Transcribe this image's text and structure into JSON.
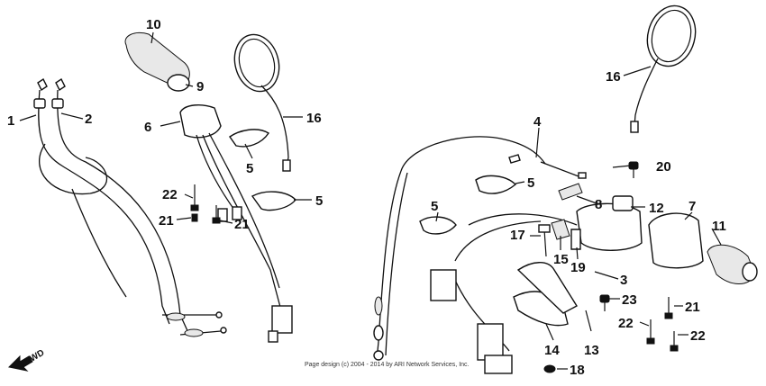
{
  "diagram": {
    "parts": [
      "1",
      "2",
      "3",
      "4",
      "5",
      "6",
      "7",
      "8",
      "9",
      "10",
      "11",
      "12",
      "13",
      "14",
      "15",
      "16",
      "17",
      "18",
      "19",
      "20",
      "21",
      "22",
      "23"
    ],
    "direction_label": "FWD",
    "copyright": "Page design (c) 2004 - 2014 by ARI Network Services, Inc."
  },
  "callouts": {
    "c1": "1",
    "c2": "2",
    "c3": "3",
    "c4": "4",
    "c5a": "5",
    "c5b": "5",
    "c5c": "5",
    "c5d": "5",
    "c6": "6",
    "c7": "7",
    "c8": "8",
    "c9": "9",
    "c10": "10",
    "c11": "11",
    "c12": "12",
    "c13": "13",
    "c14": "14",
    "c15": "15",
    "c16a": "16",
    "c16b": "16",
    "c17": "17",
    "c18": "18",
    "c19": "19",
    "c20": "20",
    "c21a": "21",
    "c21b": "21",
    "c21c": "21",
    "c22a": "22",
    "c22b": "22",
    "c22c": "22",
    "c23": "23"
  }
}
